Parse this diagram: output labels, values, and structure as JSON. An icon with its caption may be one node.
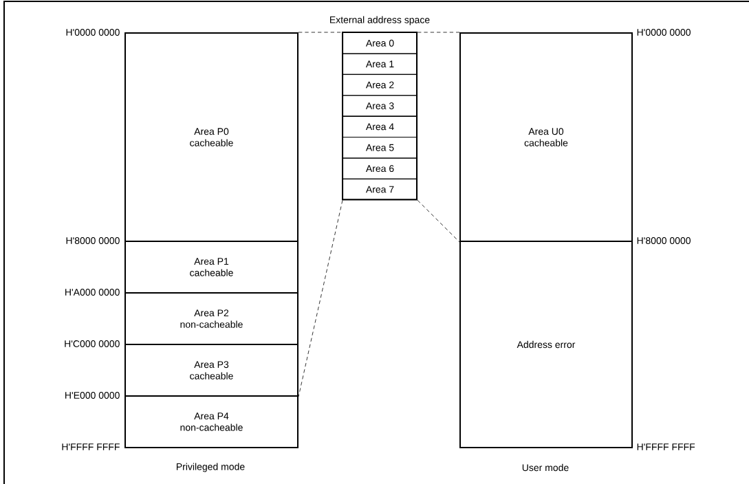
{
  "diagram": {
    "nodes": [
      {
        "text": [
          "Area P0",
          "cacheable"
        ]
      },
      {
        "text": [
          "Area P1",
          "cacheable"
        ]
      },
      {
        "text": [
          "Area P2",
          "non-cacheable"
        ]
      },
      {
        "text": [
          "Area P3",
          "cacheable"
        ]
      },
      {
        "text": [
          "Area P4",
          "non-cacheable"
        ]
      },
      {
        "text": [
          "Area 0"
        ]
      },
      {
        "text": [
          "Area 1"
        ]
      },
      {
        "text": [
          "Area 2"
        ]
      },
      {
        "text": [
          "Area 3"
        ]
      },
      {
        "text": [
          "Area 4"
        ]
      },
      {
        "text": [
          "Area 5"
        ]
      },
      {
        "text": [
          "Area 6"
        ]
      },
      {
        "text": [
          "Area 7"
        ]
      },
      {
        "text": [
          "Area U0",
          "cacheable"
        ]
      },
      {
        "text": [
          "Address error"
        ]
      }
    ],
    "edges": [
      {
        "from": 0,
        "to": 5,
        "arrow": "none",
        "style": "dashed"
      },
      {
        "from": 5,
        "to": 13,
        "arrow": "none",
        "style": "dashed"
      },
      {
        "from": 12,
        "to": 3,
        "arrow": "none",
        "style": "dashed"
      },
      {
        "from": 12,
        "to": 13,
        "arrow": "none",
        "style": "dashed"
      }
    ],
    "labels": [
      "External address space",
      "H'0000 0000",
      "H'0000 0000",
      "H'8000 0000",
      "H'8000 0000",
      "H'A000 0000",
      "H'C000 0000",
      "H'E000 0000",
      "H'FFFF FFFF",
      "H'FFFF FFFF",
      "Privileged mode",
      "User mode"
    ]
  }
}
